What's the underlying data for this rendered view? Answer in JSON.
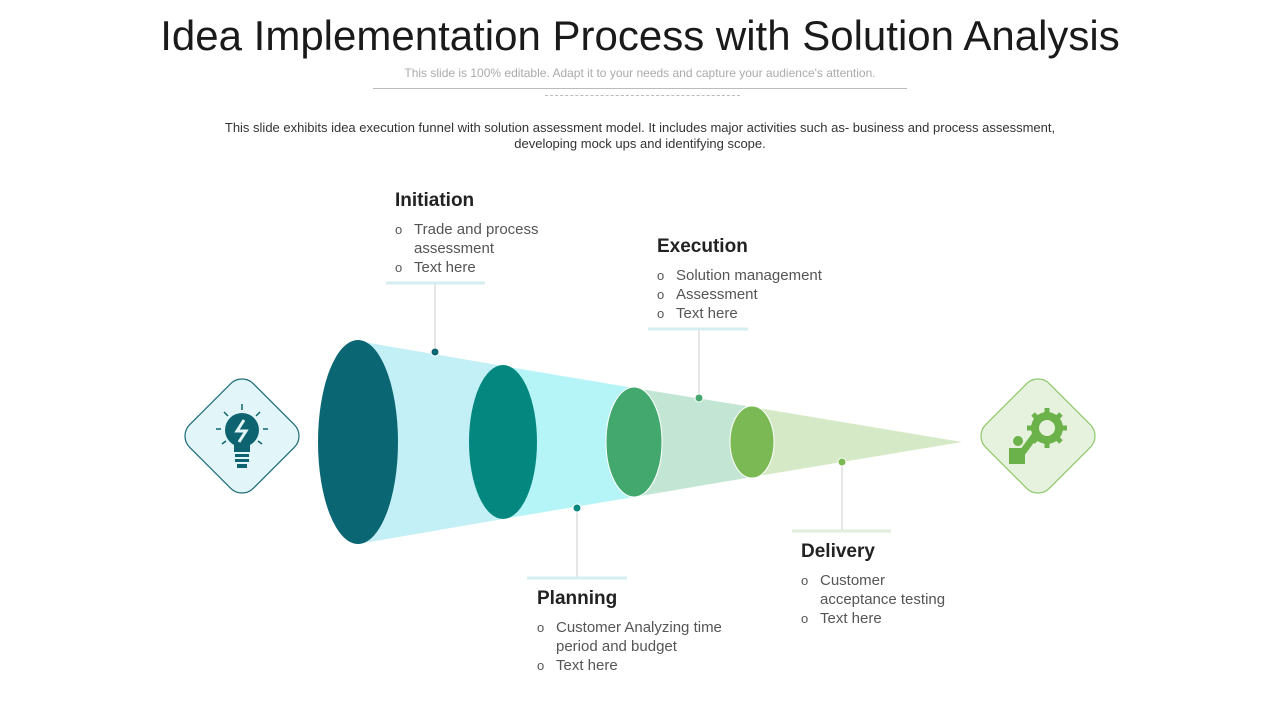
{
  "title": "Idea Implementation Process with Solution Analysis",
  "subtitle": "This slide is 100% editable. Adapt it to your needs and capture your audience's attention.",
  "description": "This slide exhibits idea execution funnel with solution assessment model. It includes major activities such as- business and process assessment, developing mock ups and identifying scope.",
  "stages": [
    {
      "title": "Initiation",
      "items": [
        "Trade and process assessment",
        "Text here"
      ]
    },
    {
      "title": "Planning",
      "items": [
        "Customer Analyzing time period  and budget",
        "Text here"
      ]
    },
    {
      "title": "Execution",
      "items": [
        "Solution management",
        "Assessment",
        "Text here"
      ]
    },
    {
      "title": "Delivery",
      "items": [
        "Customer acceptance testing",
        "Text here"
      ]
    }
  ],
  "colors": {
    "stage1": "#0a6672",
    "stage2": "#03877f",
    "stage3": "#43a86e",
    "stage4": "#7ab954"
  },
  "icons": {
    "left": "lightbulb-icon",
    "right": "person-gear-icon"
  }
}
